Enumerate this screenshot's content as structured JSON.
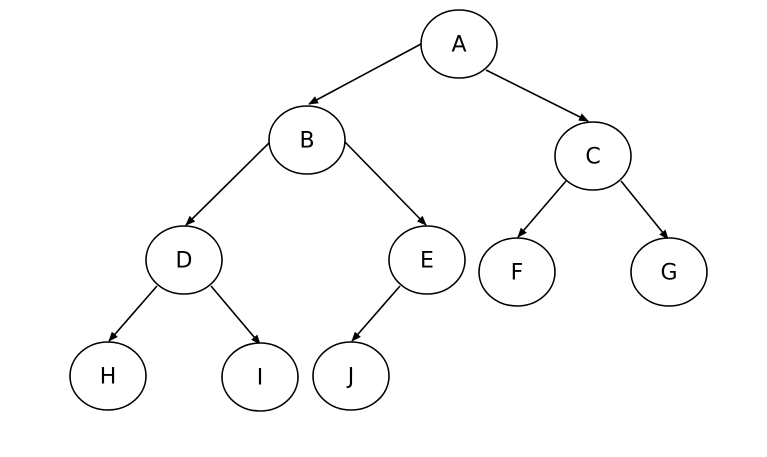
{
  "diagram": {
    "type": "binary-tree",
    "stroke_color": "#000000",
    "background_color": "#ffffff",
    "nodes": [
      {
        "id": "A",
        "label": "A"
      },
      {
        "id": "B",
        "label": "B"
      },
      {
        "id": "C",
        "label": "C"
      },
      {
        "id": "D",
        "label": "D"
      },
      {
        "id": "E",
        "label": "E"
      },
      {
        "id": "F",
        "label": "F"
      },
      {
        "id": "G",
        "label": "G"
      },
      {
        "id": "H",
        "label": "H"
      },
      {
        "id": "I",
        "label": "I"
      },
      {
        "id": "J",
        "label": "J"
      }
    ],
    "edges": [
      {
        "from": "A",
        "to": "B"
      },
      {
        "from": "A",
        "to": "C"
      },
      {
        "from": "B",
        "to": "D"
      },
      {
        "from": "B",
        "to": "E"
      },
      {
        "from": "C",
        "to": "F"
      },
      {
        "from": "C",
        "to": "G"
      },
      {
        "from": "D",
        "to": "H"
      },
      {
        "from": "D",
        "to": "I"
      },
      {
        "from": "E",
        "to": "J"
      }
    ]
  }
}
